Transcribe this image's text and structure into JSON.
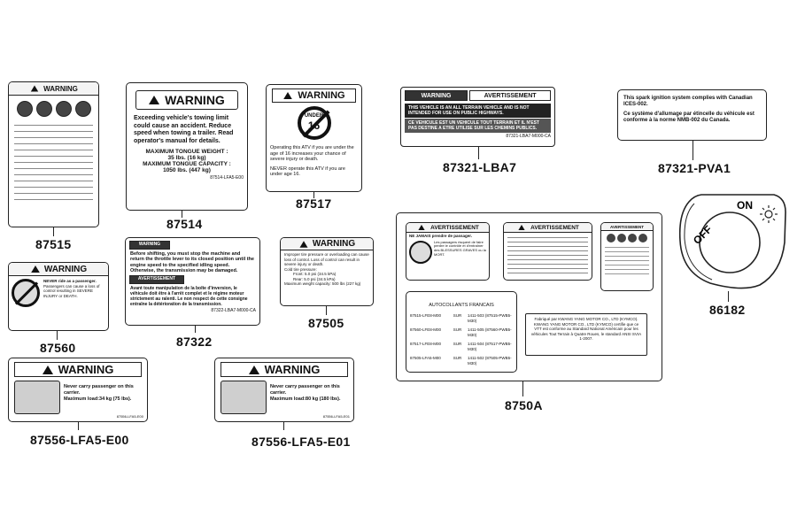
{
  "parts": {
    "p87515": "87515",
    "p87514": "87514",
    "p87517": "87517",
    "p87321_lba7": "87321-LBA7",
    "p87321_pva1": "87321-PVA1",
    "p87560": "87560",
    "p87322": "87322",
    "p87505": "87505",
    "p8750a": "8750A",
    "p86182": "86182",
    "p87556_e00": "87556-LFA5-E00",
    "p87556_e01": "87556-LFA5-E01"
  },
  "labels": {
    "warning": "WARNING",
    "avertissement": "AVERTISSEMENT",
    "under": "UNDER",
    "age16": "16",
    "l87514_body": "Exceeding vehicle's towing limit could cause an accident. Reduce speed when towing a trailer. Read operator's manual for details.",
    "l87514_tongue": "MAXIMUM TONGUE WEIGHT :",
    "l87514_tongue_val": "35 lbs. (16 kg)",
    "l87514_cap": "MAXIMUM TONGUE CAPACITY :",
    "l87514_cap_val": "1050 lbs. (447 kg)",
    "l87514_code": "87514-LFA5-E00",
    "l87517_body": "Operating this ATV if you are under the age of 16 increases your chance of severe injury or death.",
    "l87517_never": "NEVER operate this ATV if you are under age 16.",
    "l87321_en": "THIS VEHICLE IS AN ALL TERRAIN VEHICLE AND IS NOT INTENDED FOR USE ON PUBLIC HIGHWAYS.",
    "l87321_fr": "CE VEHICULE EST UN VEHICULE TOUT TERRAIN ET IL N'EST PAS DESTINE A ETRE UTILISE SUR LES CHEMINS PUBLICS.",
    "l87321_code": "87321-LBA7-M000-CA",
    "l87321_pva1_en": "This spark ignition system complies with Canadian ICES-002.",
    "l87321_pva1_fr": "Ce système d'allumage par étincelle du véhicule est conforme à la norme NMB-002 du Canada.",
    "l87560_never": "NEVER ride as a passenger.",
    "l87560_body": "Passengers can cause a loss of control resulting in SEVERE INJURY or DEATH.",
    "l87322_en": "Before shifting, you must stop the machine and return the throttle lever to its closed position until the engine speed to the specified idling speed. Otherwise, the transmission may be damaged.",
    "l87322_fr": "Avant toute manipulation de la boîte d'inversion, le véhicule doit être à l'arrêt complet et le régime moteur strictement au ralenti. Le non respect de cette consigne entraîne la détérioration de la transmission.",
    "l87322_code": "87322-LBA7-M000-CA",
    "l87505_body": "Improper tire pressure or overloading can cause loss of control. Loss of control can result in severe injury or death.",
    "l87505_cold": "Cold tire pressure:",
    "l87505_front": "Front: 5.0 psi (34.5 kPa)",
    "l87505_rear": "Rear: 5.0 psi (34.5 kPa)",
    "l87505_max": "Maximum weight capacity: 500 lbs (227 kg)",
    "l87556_body": "Never carry passenger on this carrier.",
    "l87556_load_e00": "Maximum load:34 kg (75 lbs).",
    "l87556_load_e01": "Maximum load:80 kg (180 lbs).",
    "l87556_code_e00": "87556-LFA5-E00",
    "l87556_code_e01": "87556-LFA5-E01",
    "l8750a_head": "AUTOCOLLANTS FRANCAIS",
    "l8750a_never": "NE JAMAIS prendre de passager.",
    "l8750a_pass": "Les passagers risquent de faire perdre le contrôle et d'entraîner des BLESSURES GRAVES ou la MORT.",
    "l8750a_kymco": "Fabriqué par KWANG YANG MOTOR CO., LTD (KYMCO). KWANG YANG MOTOR CO., LTD (KYMCO) certifie que ce VTT est conforme au Standard National Américain pour les véhicules Tout Terrain à Quatre Roues, le standard ANSI SVIA 1-2007.",
    "l86182_off": "OFF",
    "l86182_on": "ON"
  },
  "rows_8750a": [
    {
      "code": "87515-LFE8-M00",
      "sur": "SUR",
      "ref": "1411-503 (87515-PWB5-M30)"
    },
    {
      "code": "87560-LFE8-M00",
      "sur": "SUR",
      "ref": "1411-505 (87560-PWB5-M30)"
    },
    {
      "code": "87517-LFE8-M00",
      "sur": "SUR",
      "ref": "1411-504 (87517-PWB5-M30)"
    },
    {
      "code": "87505-LFA5-M00",
      "sur": "SUR",
      "ref": "1411-502 (87505-PWB5-M30)"
    }
  ],
  "icons": [
    "warning-triangle-icon",
    "no-under-16-icon",
    "no-passenger-icon",
    "atv-rider-icon",
    "sun-light-icon"
  ]
}
